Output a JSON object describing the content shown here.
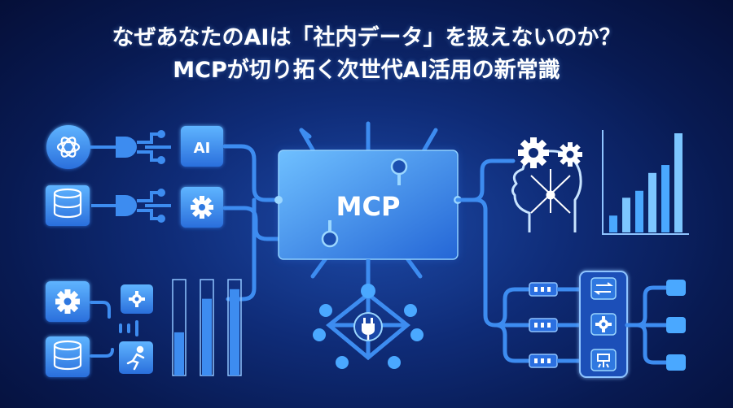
{
  "title": {
    "line1": "なぜあなたのAIは「社内データ」を扱えないのか？",
    "line2": "MCPが切り拓く次世代AI活用の新常識"
  },
  "diagram": {
    "hub_label": "MCP",
    "ai_box_label": "AI"
  },
  "icons": {
    "chat_ai": "openai-logo-icon",
    "database": "database-icon",
    "settings": "gear-icon",
    "brain": "brain-gears-icon",
    "plug": "plug-icon",
    "transfer": "arrows-exchange-icon",
    "person": "person-running-icon",
    "bar_chart": "bar-chart-icon"
  },
  "colors": {
    "accent": "#4aa8ff",
    "line": "#3d8cf0",
    "box": "#2b7de9",
    "background": "#0a1a4a"
  },
  "chart_levels": {
    "right_bars": [
      0.17,
      0.35,
      0.42,
      0.6,
      0.68,
      1.0
    ],
    "left_bars": [
      0.45,
      0.8,
      0.9
    ]
  }
}
